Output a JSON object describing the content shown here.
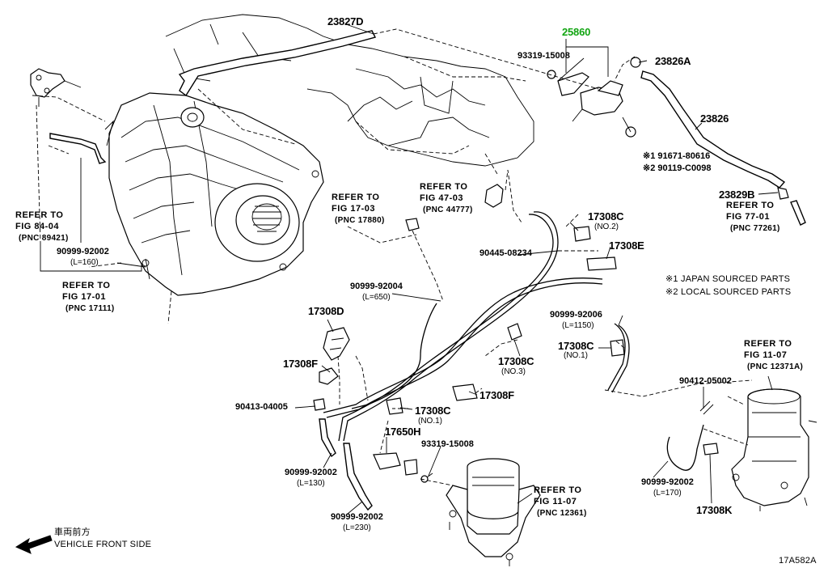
{
  "colors": {
    "highlight": "#12a512",
    "ink": "#000000",
    "paper": "#ffffff"
  },
  "parts": {
    "p23827D": "23827D",
    "p25860": "25860",
    "p93319_15008_top": "93319-15008",
    "p23826A": "23826A",
    "p23826": "23826",
    "p23829B": "23829B",
    "p90445_08234": "90445-08234",
    "p17308C_no2": "17308C",
    "p17308E": "17308E",
    "p90999_92004": "90999-92004",
    "p90999_92006": "90999-92006",
    "p17308C_no1_right": "17308C",
    "p17308D": "17308D",
    "p17308F_left": "17308F",
    "p17308C_no3": "17308C",
    "p17308F_mid": "17308F",
    "p90413_04005": "90413-04005",
    "p17308C_no1_mid": "17308C",
    "p17650H": "17650H",
    "p93319_15008_bottom": "93319-15008",
    "p90999_92002_a": "90999-92002",
    "p90999_92002_b": "90999-92002",
    "p90999_92002_c": "90999-92002",
    "p90999_92002_d": "90999-92002",
    "p90412_05002": "90412-05002",
    "p17308K": "17308K"
  },
  "qualifiers": {
    "no2": "(NO.2)",
    "no1_right": "(NO.1)",
    "no3": "(NO.3)",
    "no1_mid": "(NO.1)",
    "len160": "(L=160)",
    "len650": "(L=650)",
    "len1150": "(L=1150)",
    "len130": "(L=130)",
    "len230": "(L=230)",
    "len170": "(L=170)"
  },
  "refs": {
    "fig84": {
      "l1": "REFER TO",
      "l2": "FIG 84-04",
      "pnc": "(PNC 89421)"
    },
    "fig17_01": {
      "l1": "REFER TO",
      "l2": "FIG 17-01",
      "pnc": "(PNC 17111)"
    },
    "fig17_03": {
      "l1": "REFER TO",
      "l2": "FIG 17-03",
      "pnc": "(PNC 17880)"
    },
    "fig47": {
      "l1": "REFER TO",
      "l2": "FIG 47-03",
      "pnc": "(PNC 44777)"
    },
    "fig77": {
      "l1": "REFER TO",
      "l2": "FIG 77-01",
      "pnc": "(PNC 77261)"
    },
    "fig11_right": {
      "l1": "REFER TO",
      "l2": "FIG 11-07",
      "pnc": "(PNC 12371A)"
    },
    "fig11_bottom": {
      "l1": "REFER TO",
      "l2": "FIG 11-07",
      "pnc": "(PNC 12361)"
    }
  },
  "market_notes": {
    "n1": "※1 91671-80616",
    "n2": "※2 90119-C0098"
  },
  "legend": {
    "japan": "※1 JAPAN SOURCED PARTS",
    "local": "※2 LOCAL SOURCED PARTS"
  },
  "direction": {
    "jp": "車両前方",
    "en": "VEHICLE FRONT SIDE"
  },
  "diagram_id": "17A582A"
}
